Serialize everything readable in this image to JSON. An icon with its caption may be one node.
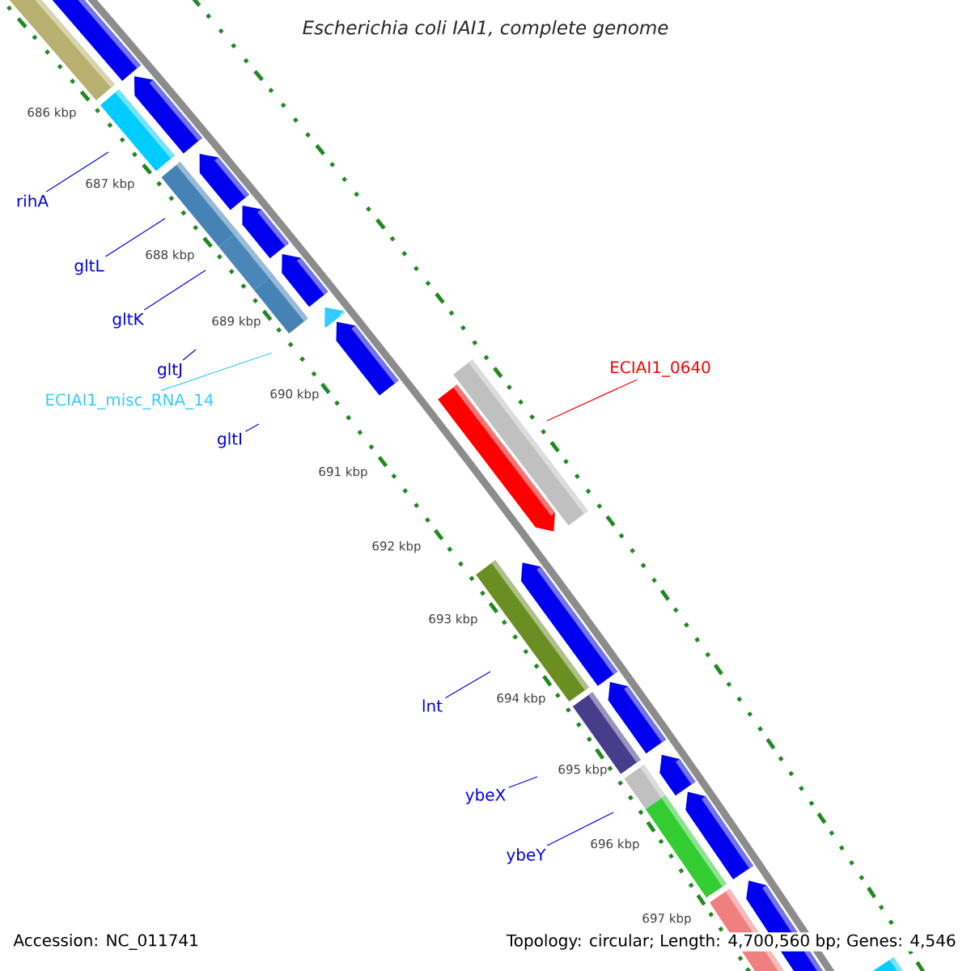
{
  "diagram": {
    "title": "Escherichia coli IAI1, complete genome",
    "nodes": [
      {
        "text": [
          "rihA"
        ]
      },
      {
        "text": [
          "gltL"
        ]
      },
      {
        "text": [
          "gltK"
        ]
      },
      {
        "text": [
          "gltJ"
        ]
      },
      {
        "text": [
          "ECIAI1_misc_RNA_14"
        ]
      },
      {
        "text": [
          "gltI"
        ]
      },
      {
        "text": [
          "ECIAI1_0640"
        ]
      },
      {
        "text": [
          "lnt"
        ]
      },
      {
        "text": [
          "ybeX"
        ]
      },
      {
        "text": [
          "ybeY"
        ]
      }
    ],
    "edges": [
      {
        "from": 0,
        "to": null,
        "arrow": "none"
      },
      {
        "from": 1,
        "to": null,
        "arrow": "none"
      },
      {
        "from": 2,
        "to": null,
        "arrow": "none"
      },
      {
        "from": 3,
        "to": null,
        "arrow": "none"
      },
      {
        "from": 4,
        "to": null,
        "arrow": "none",
        "color": "#33ccff"
      },
      {
        "from": 5,
        "to": null,
        "arrow": "none"
      },
      {
        "from": 6,
        "to": null,
        "arrow": "none",
        "color": "#ff0000"
      },
      {
        "from": 7,
        "to": null,
        "arrow": "none"
      },
      {
        "from": 8,
        "to": null,
        "arrow": "none"
      },
      {
        "from": 9,
        "to": null,
        "arrow": "none"
      }
    ],
    "labels": [
      "686 kbp",
      "687 kbp",
      "688 kbp",
      "689 kbp",
      "690 kbp",
      "691 kbp",
      "692 kbp",
      "693 kbp",
      "694 kbp",
      "695 kbp",
      "696 kbp",
      "697 kbp",
      "Accession: NC_011741",
      "Topology: circular; Length: 4,700,560 bp; Genes: 4,546"
    ]
  }
}
